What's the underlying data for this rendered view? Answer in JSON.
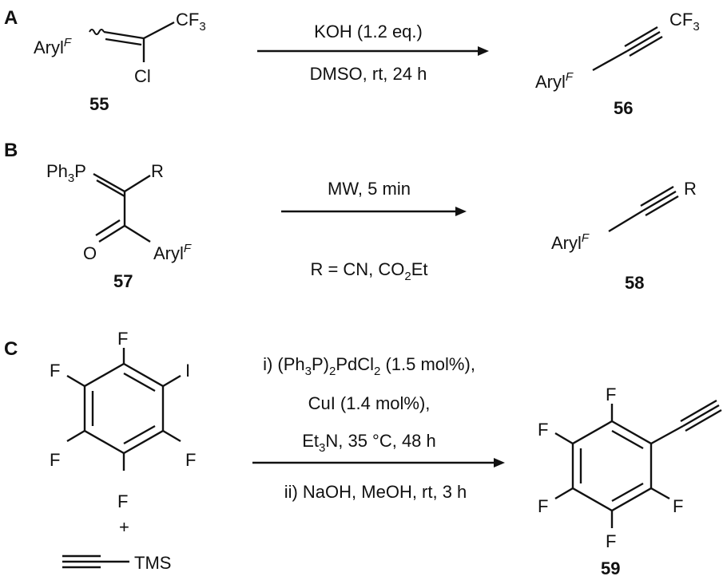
{
  "panels": {
    "a": "A",
    "b": "B",
    "c": "C"
  },
  "common": {
    "aryl": "Aryl",
    "aryl_sup": "F",
    "cf3_main": "CF",
    "cf3_sub": "3",
    "cl": "Cl",
    "f": "F",
    "i": "I",
    "o": "O",
    "r": "R",
    "plus": "+",
    "tms": "TMS"
  },
  "reaction_a": {
    "reactant_id": "55",
    "product_id": "56",
    "conditions_above": "KOH (1.2 eq.)",
    "conditions_below": "DMSO, rt, 24 h"
  },
  "reaction_b": {
    "reactant_id": "57",
    "product_id": "58",
    "ylide_ph": "Ph",
    "ylide_sub": "3",
    "ylide_p": "P",
    "conditions_above": "MW, 5 min",
    "conditions_below_1": "R = CN, CO",
    "conditions_below_sub": "2",
    "conditions_below_2": "Et"
  },
  "reaction_c": {
    "product_id": "59",
    "step1_a": "i) (Ph",
    "step1_sub1": "3",
    "step1_b": "P)",
    "step1_sub2": "2",
    "step1_c": "PdCl",
    "step1_sub3": "2",
    "step1_d": " (1.5 mol%),",
    "step1_line2": "CuI (1.4 mol%),",
    "step1_line3_a": "Et",
    "step1_line3_sub": "3",
    "step1_line3_b": "N, 35 °C, 48 h",
    "step2": "ii) NaOH, MeOH, rt, 3 h"
  }
}
